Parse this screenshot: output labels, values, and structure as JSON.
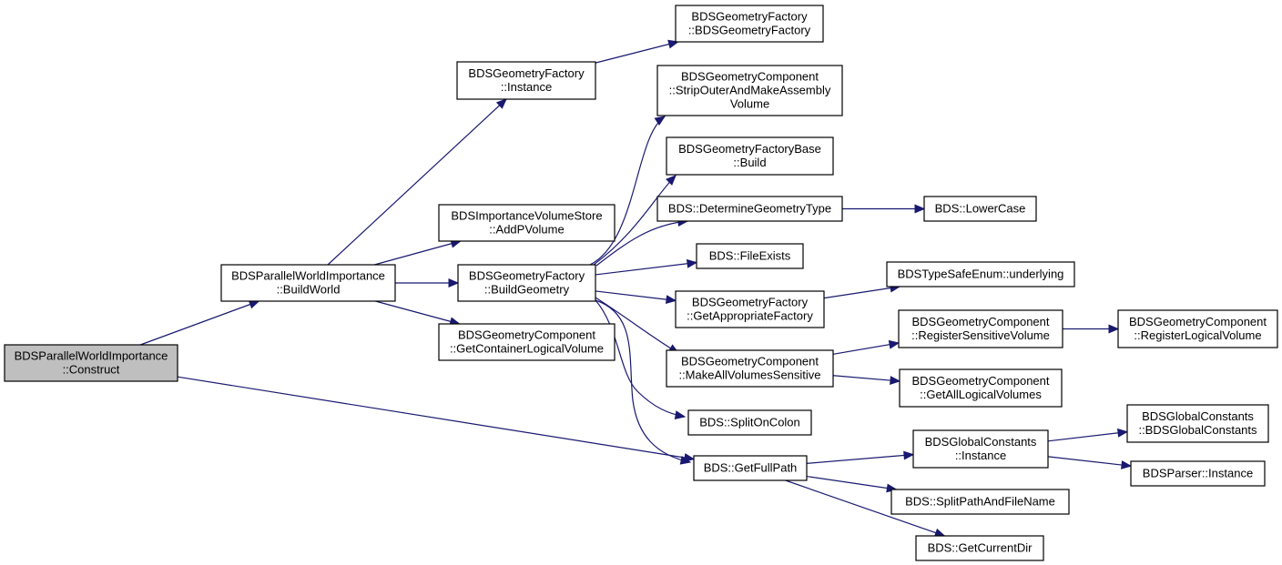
{
  "graph": {
    "nodes": [
      {
        "id": "construct",
        "lines": [
          "BDSParallelWorldImportance",
          "::Construct"
        ],
        "root": true
      },
      {
        "id": "buildworld",
        "lines": [
          "BDSParallelWorldImportance",
          "::BuildWorld"
        ]
      },
      {
        "id": "factory_instance",
        "lines": [
          "BDSGeometryFactory",
          "::Instance"
        ]
      },
      {
        "id": "addpvolume",
        "lines": [
          "BDSImportanceVolumeStore",
          "::AddPVolume"
        ]
      },
      {
        "id": "buildgeometry",
        "lines": [
          "BDSGeometryFactory",
          "::BuildGeometry"
        ]
      },
      {
        "id": "getcontainerlv",
        "lines": [
          "BDSGeometryComponent",
          "::GetContainerLogicalVolume"
        ]
      },
      {
        "id": "factory_ctor",
        "lines": [
          "BDSGeometryFactory",
          "::BDSGeometryFactory"
        ]
      },
      {
        "id": "stripouter",
        "lines": [
          "BDSGeometryComponent",
          "::StripOuterAndMakeAssembly",
          "Volume"
        ]
      },
      {
        "id": "factorybase_build",
        "lines": [
          "BDSGeometryFactoryBase",
          "::Build"
        ]
      },
      {
        "id": "determinetype",
        "lines": [
          "BDS::DetermineGeometryType"
        ]
      },
      {
        "id": "fileexists",
        "lines": [
          "BDS::FileExists"
        ]
      },
      {
        "id": "getappropriate",
        "lines": [
          "BDSGeometryFactory",
          "::GetAppropriateFactory"
        ]
      },
      {
        "id": "makeallsensitive",
        "lines": [
          "BDSGeometryComponent",
          "::MakeAllVolumesSensitive"
        ]
      },
      {
        "id": "splitoncolon",
        "lines": [
          "BDS::SplitOnColon"
        ]
      },
      {
        "id": "getfullpath",
        "lines": [
          "BDS::GetFullPath"
        ]
      },
      {
        "id": "lowercase",
        "lines": [
          "BDS::LowerCase"
        ]
      },
      {
        "id": "underlying",
        "lines": [
          "BDSTypeSafeEnum::underlying"
        ]
      },
      {
        "id": "registersensitive",
        "lines": [
          "BDSGeometryComponent",
          "::RegisterSensitiveVolume"
        ]
      },
      {
        "id": "getalllv",
        "lines": [
          "BDSGeometryComponent",
          "::GetAllLogicalVolumes"
        ]
      },
      {
        "id": "globalconst_instance",
        "lines": [
          "BDSGlobalConstants",
          "::Instance"
        ]
      },
      {
        "id": "splitpath",
        "lines": [
          "BDS::SplitPathAndFileName"
        ]
      },
      {
        "id": "getcurrentdir",
        "lines": [
          "BDS::GetCurrentDir"
        ]
      },
      {
        "id": "registerlogical",
        "lines": [
          "BDSGeometryComponent",
          "::RegisterLogicalVolume"
        ]
      },
      {
        "id": "globalconst_ctor",
        "lines": [
          "BDSGlobalConstants",
          "::BDSGlobalConstants"
        ]
      },
      {
        "id": "parser_instance",
        "lines": [
          "BDSParser::Instance"
        ]
      }
    ],
    "edges": [
      [
        "construct",
        "buildworld"
      ],
      [
        "construct",
        "getfullpath"
      ],
      [
        "buildworld",
        "factory_instance"
      ],
      [
        "buildworld",
        "addpvolume"
      ],
      [
        "buildworld",
        "buildgeometry"
      ],
      [
        "buildworld",
        "getcontainerlv"
      ],
      [
        "factory_instance",
        "factory_ctor"
      ],
      [
        "buildgeometry",
        "stripouter"
      ],
      [
        "buildgeometry",
        "factorybase_build"
      ],
      [
        "buildgeometry",
        "determinetype"
      ],
      [
        "buildgeometry",
        "fileexists"
      ],
      [
        "buildgeometry",
        "getappropriate"
      ],
      [
        "buildgeometry",
        "makeallsensitive"
      ],
      [
        "buildgeometry",
        "splitoncolon"
      ],
      [
        "buildgeometry",
        "getfullpath"
      ],
      [
        "determinetype",
        "lowercase"
      ],
      [
        "getappropriate",
        "underlying"
      ],
      [
        "makeallsensitive",
        "registersensitive"
      ],
      [
        "makeallsensitive",
        "getalllv"
      ],
      [
        "registersensitive",
        "registerlogical"
      ],
      [
        "getfullpath",
        "globalconst_instance"
      ],
      [
        "getfullpath",
        "splitpath"
      ],
      [
        "getfullpath",
        "getcurrentdir"
      ],
      [
        "globalconst_instance",
        "globalconst_ctor"
      ],
      [
        "globalconst_instance",
        "parser_instance"
      ]
    ]
  },
  "colors": {
    "edge": "#191970",
    "root_fill": "#bfbfbf",
    "node_fill": "#ffffff",
    "node_border": "#000000"
  }
}
